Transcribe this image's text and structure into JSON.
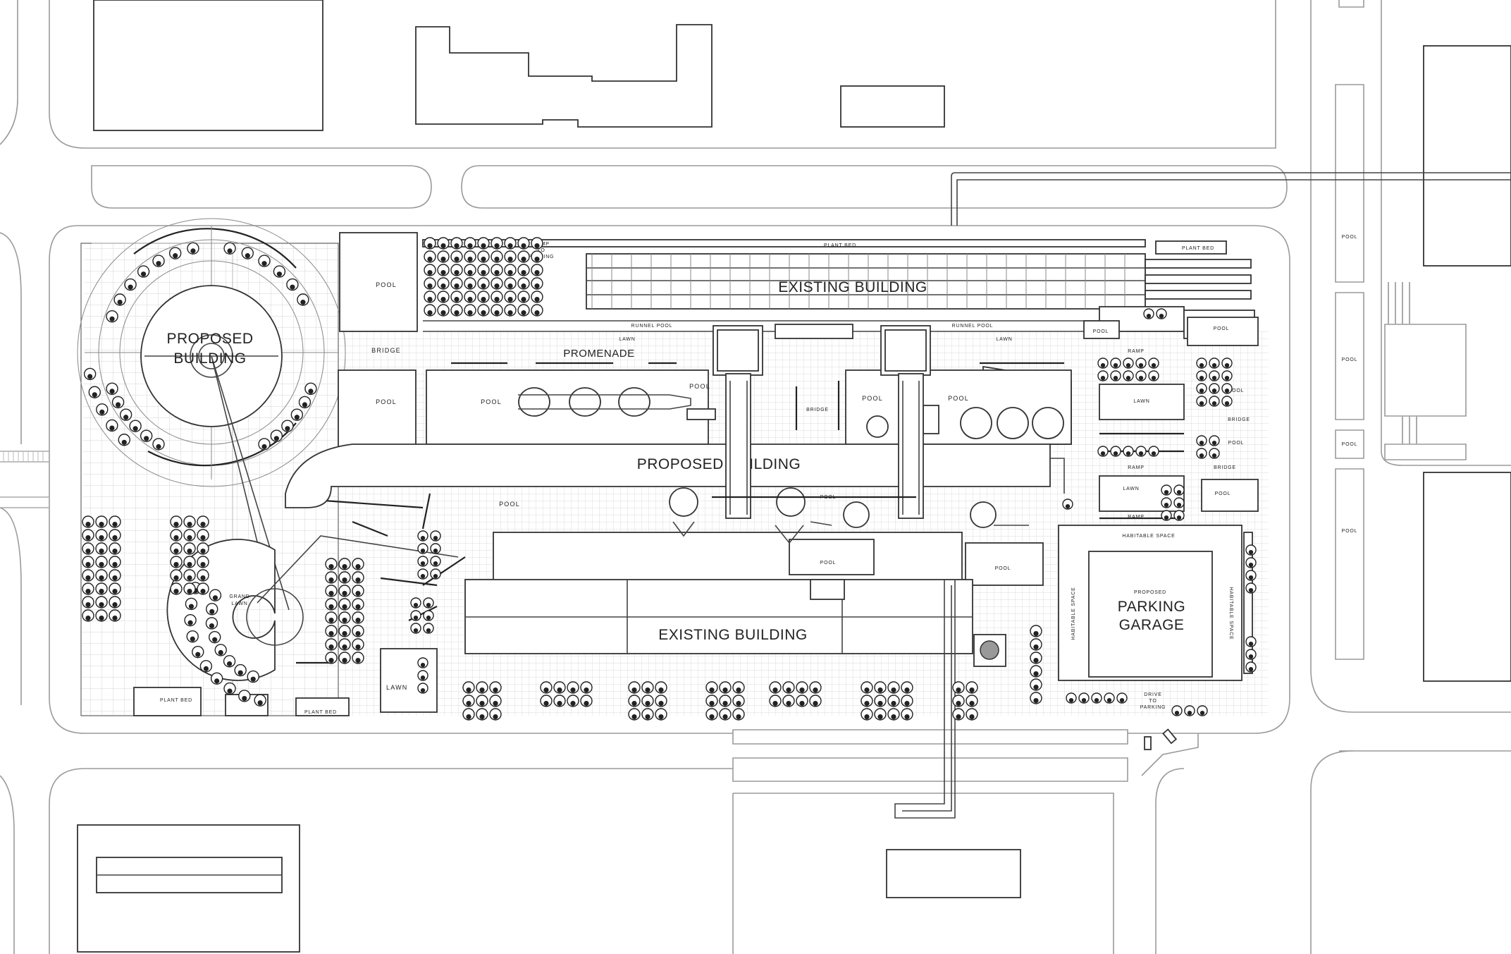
{
  "labels": {
    "proposed_building_round": [
      "PROPOSED",
      "BUILDING"
    ],
    "existing_building_north": "EXISTING BUILDING",
    "existing_building_south": "EXISTING BUILDING",
    "proposed_building_long": "PROPOSED BUILDING",
    "promenade": "PROMENADE",
    "lawn": "LAWN",
    "pool": "POOL",
    "bridge": "BRIDGE",
    "ramp": "RAMP",
    "runnel_pool": "RUNNEL POOL",
    "plant_bed": "PLANT BED",
    "grand_lawn": [
      "GRAND",
      "LAWN"
    ],
    "ramp_to_parking": [
      "RAMP",
      "TO",
      "PARKING"
    ],
    "drive_to_parking": [
      "DRIVE",
      "TO",
      "PARKING"
    ],
    "habitable_space": "HABITABLE SPACE",
    "parking_small": "PROPOSED",
    "parking_big": [
      "PARKING",
      "GARAGE"
    ]
  },
  "colors": {
    "line": "#444444",
    "road": "#9a9a9a",
    "background": "#ffffff"
  }
}
